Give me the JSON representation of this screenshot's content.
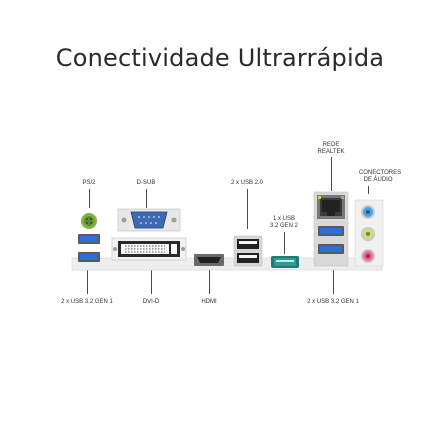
{
  "title": "Conectividade Ultrarrápida",
  "labels": {
    "ps2": "PS/2",
    "dsub": "D-SUB",
    "usb20": "2 x USB 2.0",
    "usb32gen2_line1": "1 x USB",
    "usb32gen2_line2": "3.2 GEN 2",
    "rede_line1": "REDE",
    "rede_line2": "REALTEK",
    "audio_line1": "CONECTORES",
    "audio_line2": "DE ÁUDIO",
    "usb32gen1_left": "2 x USB 3.2 GEN 1",
    "dvid": "DVI-D",
    "hdmi": "HDMI",
    "usb32gen1_right": "2 x USB 3.2 GEN 1"
  },
  "colors": {
    "usb3_blue": "#2b6fd8",
    "teal": "#2a9d8f",
    "ps2_green": "#7cb342",
    "audio_blue": "#4aa3e8",
    "audio_pink": "#f06292",
    "audio_lime": "#c6e07a"
  }
}
